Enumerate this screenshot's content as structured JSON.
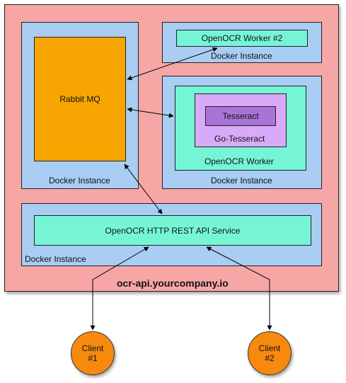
{
  "diagram": {
    "host_label": "ocr-api.yourcompany.io",
    "docker_label": "Docker Instance",
    "rabbit": "Rabbit MQ",
    "worker2": "OpenOCR Worker #2",
    "worker": "OpenOCR Worker",
    "go_tesseract": "Go-Tesseract",
    "tesseract": "Tesseract",
    "rest_api": "OpenOCR HTTP REST API Service",
    "clients": [
      {
        "name": "Client",
        "id": "#1"
      },
      {
        "name": "Client",
        "id": "#2"
      }
    ]
  },
  "colors": {
    "host": "#f7a6a6",
    "docker": "#a9cdf3",
    "service": "#76f5d6",
    "rabbit": "#f7a500",
    "go_tesseract": "#d9aaf7",
    "tesseract": "#a874d6",
    "client": "#f7890f"
  }
}
